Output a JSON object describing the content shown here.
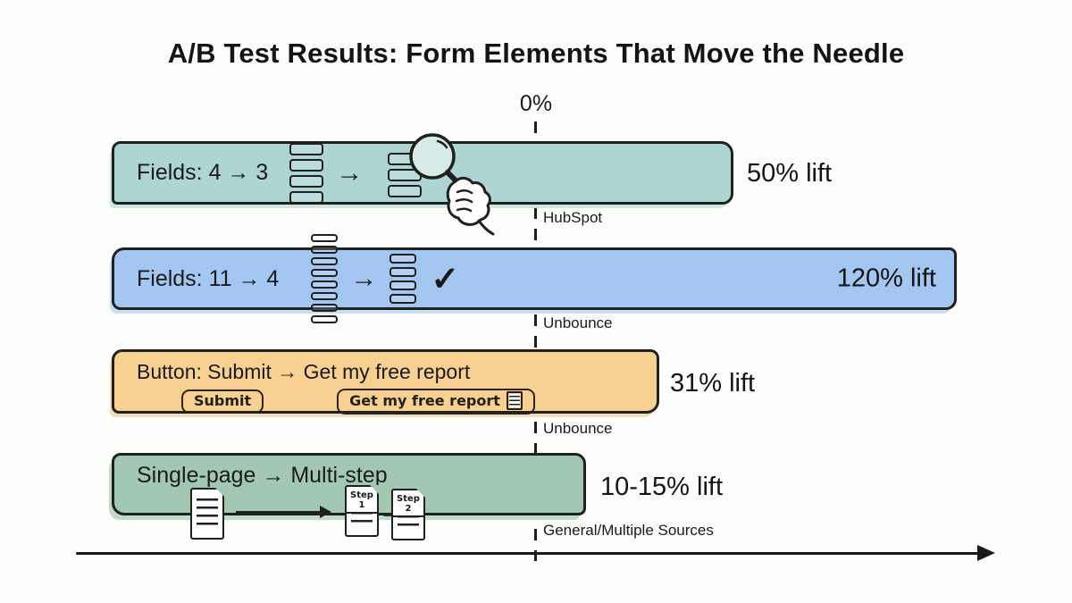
{
  "title": "A/B Test Results: Form Elements That Move the Needle",
  "axis": {
    "zero_label": "0%"
  },
  "icons": {
    "arrow_right": "→",
    "check": "✓"
  },
  "chart_data": {
    "type": "bar",
    "orientation": "horizontal",
    "title": "A/B Test Results: Form Elements That Move the Needle",
    "categories": [
      "Fields: 4 → 3",
      "Fields: 11 → 4",
      "Button: Submit → Get my free report",
      "Single-page → Multi-step"
    ],
    "values": [
      50,
      120,
      31,
      12.5
    ],
    "value_labels": [
      "50% lift",
      "120% lift",
      "31% lift",
      "10-15% lift"
    ],
    "sources": [
      "HubSpot",
      "Unbounce",
      "Unbounce",
      "General/Multiple Sources"
    ],
    "baseline_label": "0%",
    "bar_colors": [
      "#add5d2",
      "#a3c7f0",
      "#f7d092",
      "#a2c8b3"
    ],
    "grid": false,
    "legend": "none",
    "style": "hand-drawn infographic, bars cross a dashed 0% baseline, bottom arrow axis"
  },
  "bars": [
    {
      "label": "Fields: 4 → 3",
      "lift": "50% lift",
      "source": "HubSpot",
      "color": "#add5d2"
    },
    {
      "label": "Fields: 11 → 4",
      "lift": "120% lift",
      "source": "Unbounce",
      "color": "#a3c7f0"
    },
    {
      "label": "Button: Submit → Get my free report",
      "lift": "31% lift",
      "source": "Unbounce",
      "color": "#f7d092",
      "button_before": "Submit",
      "button_after": "Get my free report"
    },
    {
      "label": "Single-page → Multi-step",
      "lift": "10-15% lift",
      "source": "General/Multiple Sources",
      "color": "#a2c8b3",
      "step1": "Step 1",
      "step2": "Step 2"
    }
  ]
}
